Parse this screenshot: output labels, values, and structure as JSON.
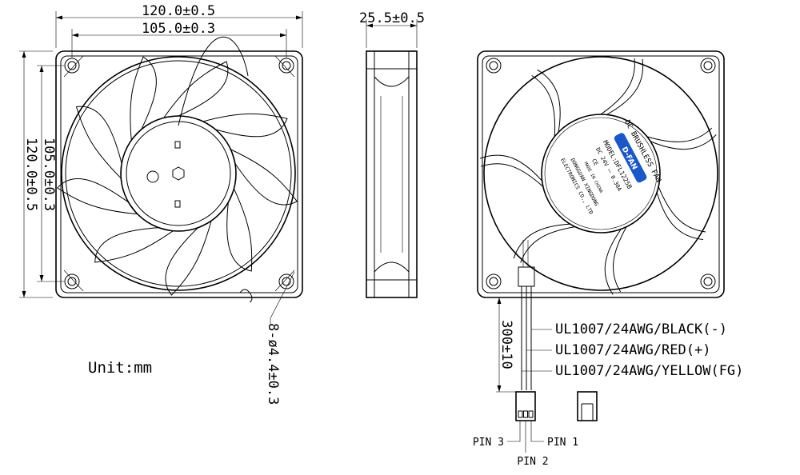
{
  "front_view": {
    "overall_width": "120.0±0.5",
    "hole_spacing_width": "105.0±0.3",
    "hole_spacing_height": "105.0±0.3",
    "overall_height": "120.0±0.5",
    "mounting_holes": "8-ø4.4±0.3"
  },
  "side_view": {
    "thickness": "25.5±0.5"
  },
  "unit_note": "Unit:mm",
  "label": {
    "title": "DC BRUSHLESS FAN",
    "brand": "D-FAN",
    "model": "MODEL:DFL1225B",
    "rating": "DC 24V ⎓ 0.30A",
    "ce": "CE",
    "origin": "MADE IN CHINA",
    "maker_1": "DONGGUAN XINGDONG",
    "maker_2": "ELECTRONICS CO., LTD"
  },
  "wiring": {
    "lead_length": "300±10",
    "wires": [
      "UL1007/24AWG/BLACK(-)",
      "UL1007/24AWG/RED(+)",
      "UL1007/24AWG/YELLOW(FG)"
    ],
    "pins": [
      "PIN 3",
      "PIN 2",
      "PIN 1"
    ]
  }
}
